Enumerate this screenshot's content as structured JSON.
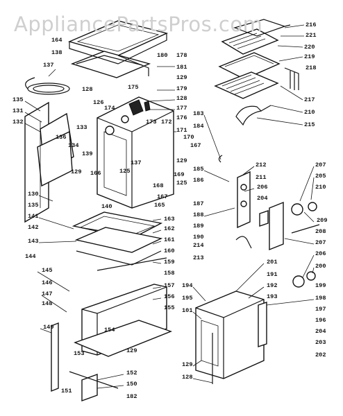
{
  "watermark": "AppliancePartsPros.com",
  "labels": [
    {
      "id": "216",
      "text": "216"
    },
    {
      "id": "221",
      "text": "221"
    },
    {
      "id": "220",
      "text": "220"
    },
    {
      "id": "219",
      "text": "219"
    },
    {
      "id": "218",
      "text": "218"
    },
    {
      "id": "217",
      "text": "217"
    },
    {
      "id": "210",
      "text": "210"
    },
    {
      "id": "215",
      "text": "215"
    },
    {
      "id": "180a",
      "text": "180"
    },
    {
      "id": "181",
      "text": "181"
    },
    {
      "id": "178",
      "text": "178"
    },
    {
      "id": "129a",
      "text": "129"
    },
    {
      "id": "179",
      "text": "179"
    },
    {
      "id": "128a",
      "text": "128"
    },
    {
      "id": "177",
      "text": "177"
    },
    {
      "id": "176",
      "text": "176"
    },
    {
      "id": "175",
      "text": "175"
    },
    {
      "id": "174",
      "text": "174"
    },
    {
      "id": "173",
      "text": "173"
    },
    {
      "id": "172",
      "text": "172"
    },
    {
      "id": "171",
      "text": "171"
    },
    {
      "id": "170",
      "text": "170"
    },
    {
      "id": "167",
      "text": "167"
    },
    {
      "id": "129b",
      "text": "129"
    },
    {
      "id": "169",
      "text": "169"
    },
    {
      "id": "168",
      "text": "168"
    },
    {
      "id": "125a",
      "text": "125"
    },
    {
      "id": "167b",
      "text": "167"
    },
    {
      "id": "165",
      "text": "165"
    },
    {
      "id": "164",
      "text": "164"
    },
    {
      "id": "138",
      "text": "138"
    },
    {
      "id": "137",
      "text": "137"
    },
    {
      "id": "128b",
      "text": "128"
    },
    {
      "id": "126",
      "text": "126"
    },
    {
      "id": "135",
      "text": "135"
    },
    {
      "id": "131",
      "text": "131"
    },
    {
      "id": "132",
      "text": "132"
    },
    {
      "id": "133",
      "text": "133"
    },
    {
      "id": "136",
      "text": "136"
    },
    {
      "id": "134",
      "text": "134"
    },
    {
      "id": "139",
      "text": "139"
    },
    {
      "id": "137b",
      "text": "137"
    },
    {
      "id": "166",
      "text": "166"
    },
    {
      "id": "125b",
      "text": "125"
    },
    {
      "id": "129c",
      "text": "129"
    },
    {
      "id": "130",
      "text": "130"
    },
    {
      "id": "140",
      "text": "140"
    },
    {
      "id": "135b",
      "text": "135"
    },
    {
      "id": "141",
      "text": "141"
    },
    {
      "id": "142",
      "text": "142"
    },
    {
      "id": "143",
      "text": "143"
    },
    {
      "id": "163",
      "text": "163"
    },
    {
      "id": "162",
      "text": "162"
    },
    {
      "id": "161",
      "text": "161"
    },
    {
      "id": "160",
      "text": "160"
    },
    {
      "id": "159",
      "text": "159"
    },
    {
      "id": "158",
      "text": "158"
    },
    {
      "id": "157",
      "text": "157"
    },
    {
      "id": "156",
      "text": "156"
    },
    {
      "id": "155",
      "text": "155"
    },
    {
      "id": "154",
      "text": "154"
    },
    {
      "id": "129d",
      "text": "129"
    },
    {
      "id": "144",
      "text": "144"
    },
    {
      "id": "145",
      "text": "145"
    },
    {
      "id": "146",
      "text": "146"
    },
    {
      "id": "147",
      "text": "147"
    },
    {
      "id": "148",
      "text": "148"
    },
    {
      "id": "149",
      "text": "149"
    },
    {
      "id": "153",
      "text": "153"
    },
    {
      "id": "152",
      "text": "152"
    },
    {
      "id": "150",
      "text": "150"
    },
    {
      "id": "151",
      "text": "151"
    },
    {
      "id": "182",
      "text": "182"
    },
    {
      "id": "183",
      "text": "183"
    },
    {
      "id": "184",
      "text": "184"
    },
    {
      "id": "185",
      "text": "185"
    },
    {
      "id": "186",
      "text": "186"
    },
    {
      "id": "187",
      "text": "187"
    },
    {
      "id": "188",
      "text": "188"
    },
    {
      "id": "189",
      "text": "189"
    },
    {
      "id": "190",
      "text": "190"
    },
    {
      "id": "214",
      "text": "214"
    },
    {
      "id": "213",
      "text": "213"
    },
    {
      "id": "212",
      "text": "212"
    },
    {
      "id": "211",
      "text": "211"
    },
    {
      "id": "206a",
      "text": "206"
    },
    {
      "id": "204a",
      "text": "204"
    },
    {
      "id": "207a",
      "text": "207"
    },
    {
      "id": "205",
      "text": "205"
    },
    {
      "id": "210b",
      "text": "210"
    },
    {
      "id": "209",
      "text": "209"
    },
    {
      "id": "208",
      "text": "208"
    },
    {
      "id": "207b",
      "text": "207"
    },
    {
      "id": "206b",
      "text": "206"
    },
    {
      "id": "200",
      "text": "200"
    },
    {
      "id": "199",
      "text": "199"
    },
    {
      "id": "198",
      "text": "198"
    },
    {
      "id": "197",
      "text": "197"
    },
    {
      "id": "196",
      "text": "196"
    },
    {
      "id": "204b",
      "text": "204"
    },
    {
      "id": "203",
      "text": "203"
    },
    {
      "id": "202",
      "text": "202"
    },
    {
      "id": "201",
      "text": "201"
    },
    {
      "id": "191",
      "text": "191"
    },
    {
      "id": "192",
      "text": "192"
    },
    {
      "id": "193",
      "text": "193"
    },
    {
      "id": "194",
      "text": "194"
    },
    {
      "id": "195",
      "text": "195"
    },
    {
      "id": "101",
      "text": "101"
    },
    {
      "id": "129e",
      "text": "129"
    },
    {
      "id": "128c",
      "text": "128"
    }
  ]
}
